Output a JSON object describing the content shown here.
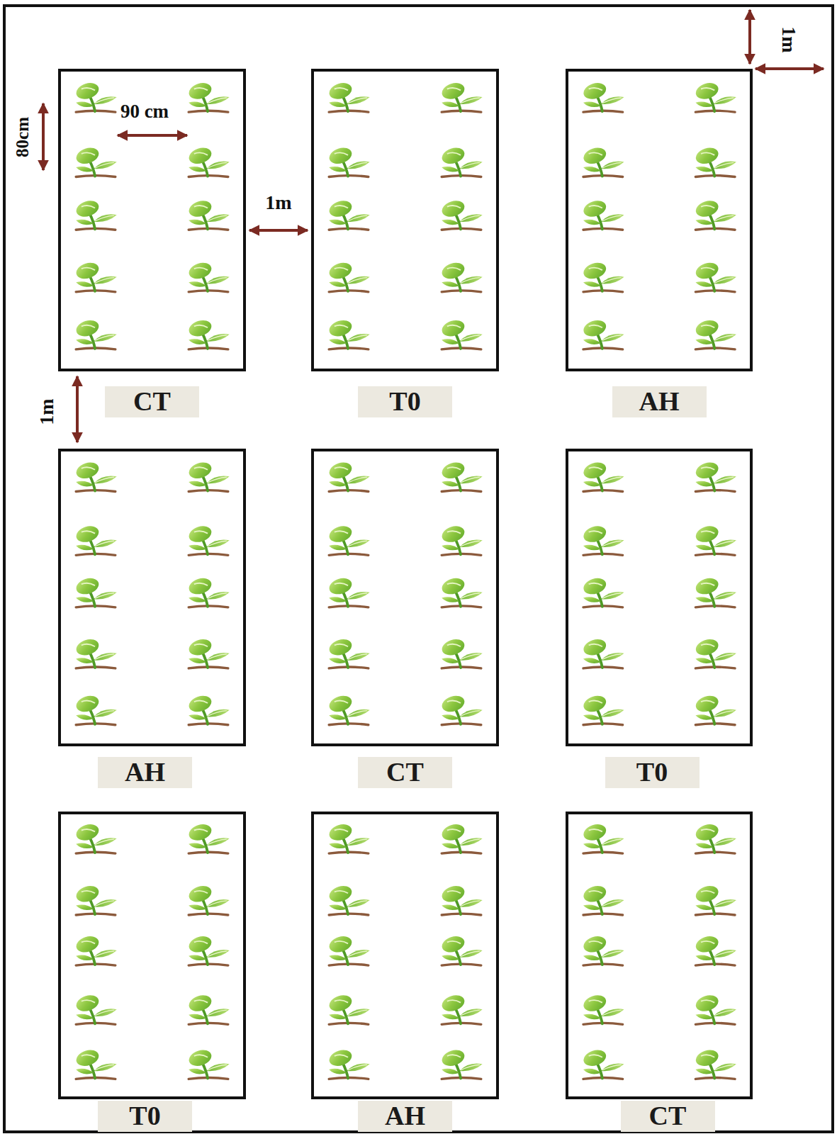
{
  "diagram": {
    "nodes": [
      {
        "text": [
          "CT"
        ]
      },
      {
        "text": [
          "T0"
        ]
      },
      {
        "text": [
          "AH"
        ]
      },
      {
        "text": [
          "AH"
        ]
      },
      {
        "text": [
          "CT"
        ]
      },
      {
        "text": [
          "T0"
        ]
      },
      {
        "text": [
          "T0"
        ]
      },
      {
        "text": [
          "AH"
        ]
      },
      {
        "text": [
          "CT"
        ]
      }
    ],
    "labels": [
      "80cm",
      "90 cm",
      "1m",
      "1m",
      "1m"
    ]
  }
}
